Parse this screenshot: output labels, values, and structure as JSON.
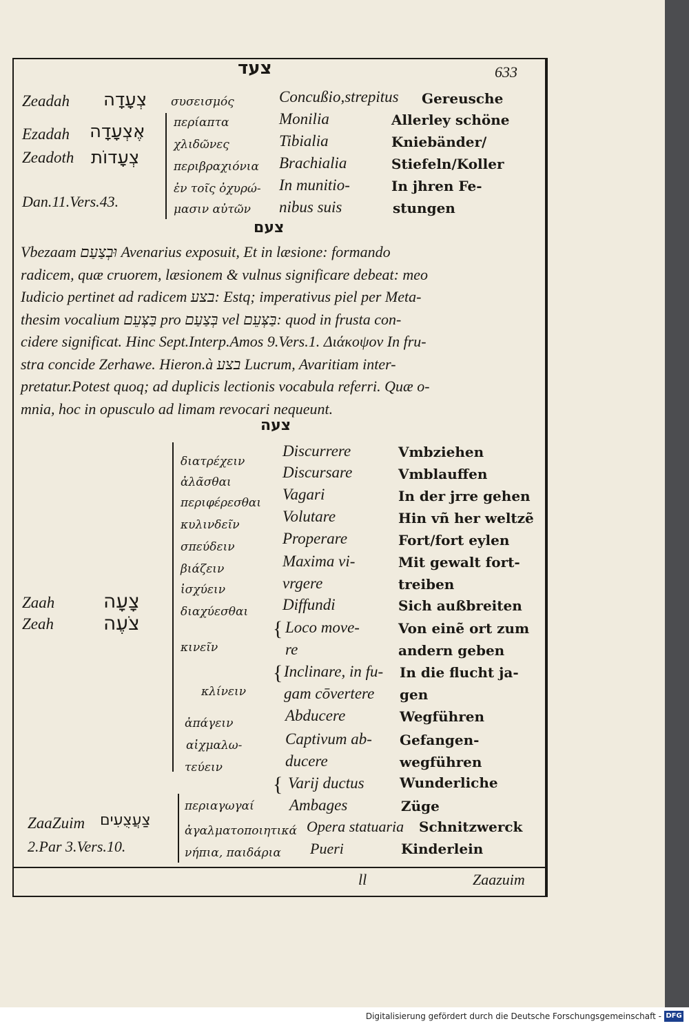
{
  "header": {
    "title": "צעד",
    "page_number": "633"
  },
  "block1": {
    "entries": [
      {
        "translit": "Zeadah",
        "hebrew": "צְעָדָה",
        "greek": "συσεισμός",
        "latin": "Concußio,strepitus",
        "german": "Gereusche"
      },
      {
        "translit": "Ezadah",
        "hebrew": "אֶצְעָדָה",
        "greek": "περίαπτα",
        "latin": "Monilia",
        "german": "Allerley schöne"
      },
      {
        "translit": "",
        "hebrew": "",
        "greek": "χλιδῶνες",
        "latin": "Tibialia",
        "german": "Kniebänder/"
      },
      {
        "translit": "Zeadoth",
        "hebrew": "צְעָדוֹת",
        "greek": "περιβραχιόνια",
        "latin": "Brachialia",
        "german": "Stiefeln/Koller"
      },
      {
        "translit": "",
        "hebrew": "",
        "greek": "ἐν τοῖς ὀχυρώ-",
        "latin": "In munitio-",
        "german": "In jhren Fe-"
      },
      {
        "translit": "Dan.11.Vers.43.",
        "hebrew": "",
        "greek": "μασιν αὐτῶν",
        "latin": "nibus suis",
        "german": "stungen"
      }
    ]
  },
  "heading2": "צעם",
  "paragraph": [
    "Vbezaam  וּבְצַעַם  Avenarius exposuit, Et in læsione: formando",
    "radicem, quæ cruorem, læsionem & vulnus significare debeat: meo",
    "Iudicio pertinet ad radicem  בצע:  Estq; imperativus piel per Meta-",
    "thesim vocalium  בַּצְּעֵם  pro  בְּצַעַם  vel  בַּצְּעֵם:  quod in frusta con-",
    "cidere significat. Hinc Sept.Interp.Amos 9.Vers.1. Διάκοψον In fru-",
    "stra concide Zerhawe.  Hieron.à  בצע  Lucrum, Avaritiam inter-",
    "pretatur.Potest quoq; ad duplicis lectionis vocabula referri.  Quæ o-",
    "mnia, hoc in opusculo ad limam revocari nequeunt."
  ],
  "heading3": "צעה",
  "block3": {
    "translits": [
      "Zaah",
      "Zeah"
    ],
    "hebrew": [
      "צָעָה",
      "צֹעֶה"
    ],
    "rows": [
      {
        "greek": "διατρέχειν",
        "latin": "Discurrere",
        "german": "Vmbziehen"
      },
      {
        "greek": "ἀλᾶσθαι",
        "latin": "Discursare",
        "german": "Vmblauffen"
      },
      {
        "greek": "περιφέρεσθαι",
        "latin": "Vagari",
        "german": "In der jrre gehen"
      },
      {
        "greek": "κυλινδεῖν",
        "latin": "Volutare",
        "german": "Hin vñ her weltzẽ"
      },
      {
        "greek": "σπεύδειν",
        "latin": "Properare",
        "german": "Fort/fort eylen"
      },
      {
        "greek": "βιάζειν",
        "latin": "Maxima vi-",
        "german": "Mit gewalt fort-"
      },
      {
        "greek": "ἰσχύειν",
        "latin": "vrgere",
        "german": "treiben"
      },
      {
        "greek": "διαχύεσθαι",
        "latin": "Diffundi",
        "german": "Sich außbreiten"
      },
      {
        "greek": "",
        "latin": "Loco move-",
        "german": "Von einẽ ort zum"
      },
      {
        "greek": "κινεῖν",
        "latin": "re",
        "german": "andern geben"
      },
      {
        "greek": "",
        "latin": "Inclinare, in fu-",
        "german": "In die flucht ja-"
      },
      {
        "greek": "κλίνειν",
        "latin": "gam cōvertere",
        "german": "gen"
      },
      {
        "greek": "ἀπάγειν",
        "latin": "Abducere",
        "german": "Wegführen"
      },
      {
        "greek": "αἰχμαλω-",
        "latin": "Captivum ab-",
        "german": "Gefangen-"
      },
      {
        "greek": "τεύειν",
        "latin": "ducere",
        "german": "wegführen"
      }
    ]
  },
  "block4": {
    "translit": "ZaaZuim",
    "hebrew": "צַעֲצֻעִים",
    "reference": "2.Par 3.Vers.10.",
    "rows": [
      {
        "greek": "",
        "latin": "Varij ductus",
        "german": "Wunderliche"
      },
      {
        "greek": "περιαγωγαί",
        "latin": "Ambages",
        "german": "Züge"
      },
      {
        "greek": "ἀγαλματοποιητικά",
        "latin": "Opera statuaria",
        "german": "Schnitzwerck"
      },
      {
        "greek": "νήπια, παιδάρια",
        "latin": "Pueri",
        "german": "Kinderlein"
      }
    ]
  },
  "footer": {
    "signature": "ll",
    "catchword": "Zaazuim"
  },
  "digitization": {
    "credit": "Digitalisierung gefördert durch die Deutsche Forschungsgemeinschaft -",
    "logo": "DFG"
  }
}
